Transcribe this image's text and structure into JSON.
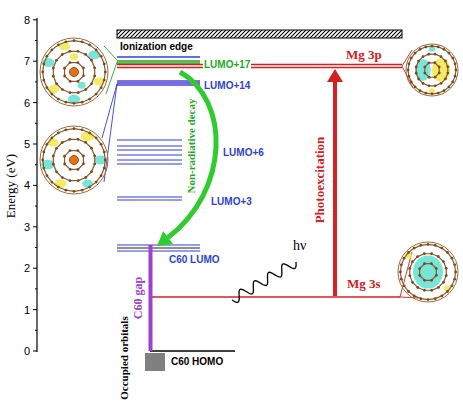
{
  "diagram": {
    "labels": [
      "Energy (eV)",
      "0",
      "1",
      "2",
      "3",
      "4",
      "5",
      "6",
      "7",
      "8",
      "Ionization edge",
      "Mg 3p",
      "LUMO+17",
      "LUMO+14",
      "Non-radiative decay",
      "LUMO+6",
      "LUMO+3",
      "C60 LUMO",
      "Photoexcitation",
      "hν",
      "Mg 3s",
      "C60 gap",
      "Occupied orbitals",
      "C60 HOMO"
    ]
  }
}
